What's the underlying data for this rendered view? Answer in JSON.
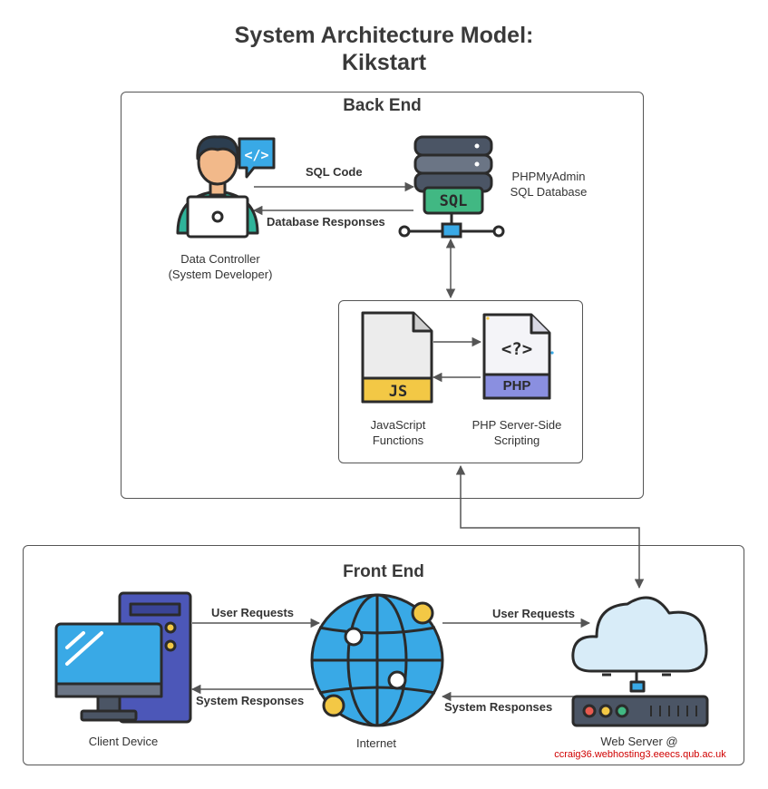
{
  "title": {
    "line1": "System Architecture Model:",
    "line2": "Kikstart"
  },
  "back_end": {
    "title": "Back End",
    "developer": {
      "line1": "Data Controller",
      "line2": "(System Developer)"
    },
    "database": {
      "line1": "PHPMyAdmin",
      "line2": "SQL Database",
      "badge": "SQL"
    },
    "arrow_sql": "SQL Code",
    "arrow_db_responses": "Database Responses",
    "js": {
      "line1": "JavaScript",
      "line2": "Functions",
      "badge": "JS"
    },
    "php": {
      "line1": "PHP Server-Side",
      "line2": "Scripting",
      "badge": "PHP",
      "glyph": "<?>"
    }
  },
  "front_end": {
    "title": "Front End",
    "client": {
      "label": "Client Device"
    },
    "internet": {
      "label": "Internet"
    },
    "server": {
      "label": "Web Server @",
      "url": "ccraig36.webhosting3.eeecs.qub.ac.uk"
    },
    "arrow_user_req_1": "User Requests",
    "arrow_sys_resp_1": "System Responses",
    "arrow_user_req_2": "User Requests",
    "arrow_sys_resp_2": "System Responses"
  },
  "colors": {
    "accent_blue": "#2f97d6",
    "sql_green": "#41b883",
    "js_yellow": "#f3c845",
    "php_purple": "#8a8fe0",
    "url_red": "#d00000"
  },
  "icons": [
    "developer-icon",
    "database-icon",
    "js-file-icon",
    "php-file-icon",
    "computer-icon",
    "globe-icon",
    "cloud-server-icon"
  ]
}
